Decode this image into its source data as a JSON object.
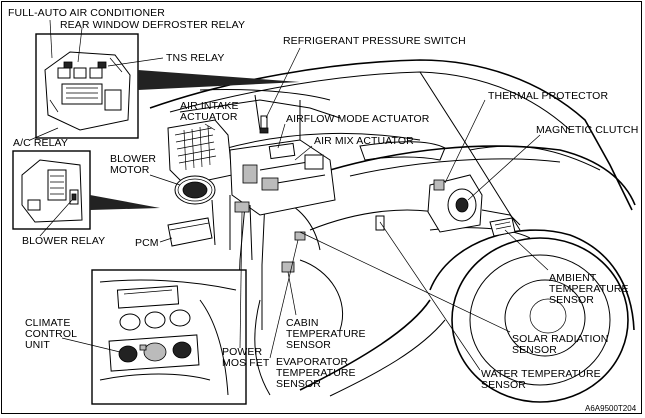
{
  "labels": {
    "full_auto_ac": "FULL-AUTO AIR CONDITIONER",
    "rear_window_relay": "REAR WINDOW DEFROSTER RELAY",
    "tns_relay": "TNS RELAY",
    "refrigerant_switch": "REFRIGERANT PRESSURE SWITCH",
    "thermal_protector": "THERMAL PROTECTOR",
    "air_intake_actuator": "AIR INTAKE\nACTUATOR",
    "airflow_mode_actuator": "AIRFLOW MODE ACTUATOR",
    "air_mix_actuator": "AIR MIX ACTUATOR",
    "magnetic_clutch": "MAGNETIC CLUTCH",
    "ac_relay": "A/C RELAY",
    "blower_motor": "BLOWER\nMOTOR",
    "blower_relay": "BLOWER RELAY",
    "pcm": "PCM",
    "climate_control_unit": "CLIMATE\nCONTROL\nUNIT",
    "ambient_temp_sensor": "AMBIENT\nTEMPERATURE\nSENSOR",
    "solar_radiation_sensor": "SOLAR RADIATION\nSENSOR",
    "cabin_temp_sensor": "CABIN\nTEMPERATURE\nSENSOR",
    "power_mos_fet": "POWER\nMOS FET",
    "evaporator_temp_sensor": "EVAPORATOR\nTEMPERATURE\nSENSOR",
    "water_temp_sensor": "WATER TEMPERATURE\nSENSOR"
  },
  "figure_code": "A6A9500T204"
}
